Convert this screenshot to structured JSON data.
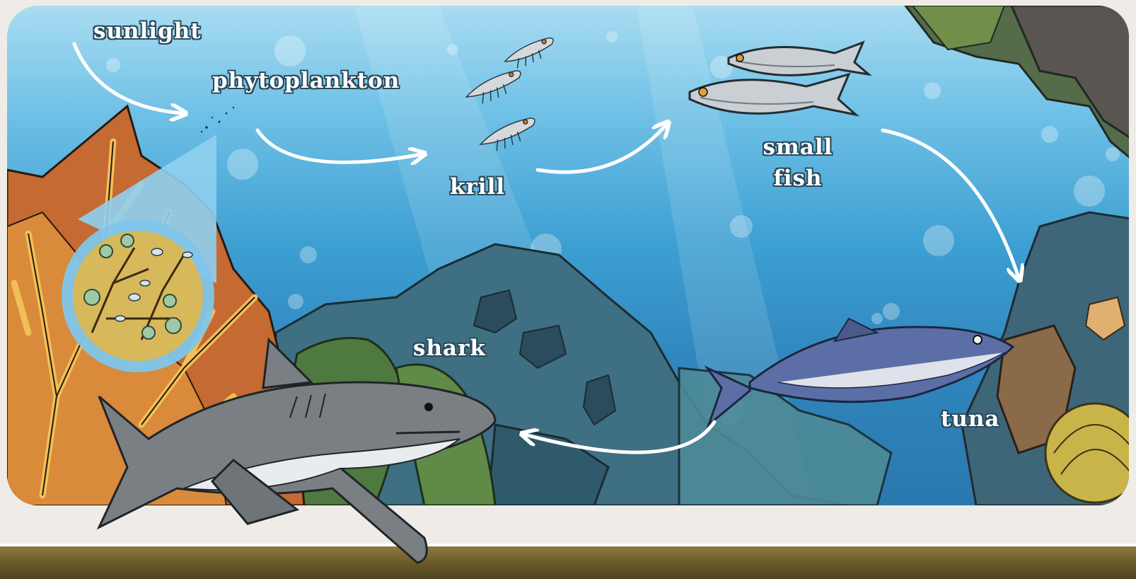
{
  "diagram": {
    "labels": {
      "sunlight": "sunlight",
      "phytoplankton": "phytoplankton",
      "krill": "krill",
      "small_fish_line1": "small",
      "small_fish_line2": "fish",
      "tuna": "tuna",
      "shark": "shark"
    },
    "colors": {
      "ocean_top": "#a9dcf1",
      "ocean_bottom": "#2a78ad",
      "arrow": "#ffffff",
      "label_outline": "#2a4a5c",
      "rock": "#3f6f82",
      "coral_orange": "#e0a24a",
      "seaweed": "#4f7a3f"
    },
    "icons": [
      "phytoplankton-magnifier-icon",
      "krill-icon",
      "small-fish-icon",
      "tuna-icon",
      "shark-icon"
    ]
  }
}
